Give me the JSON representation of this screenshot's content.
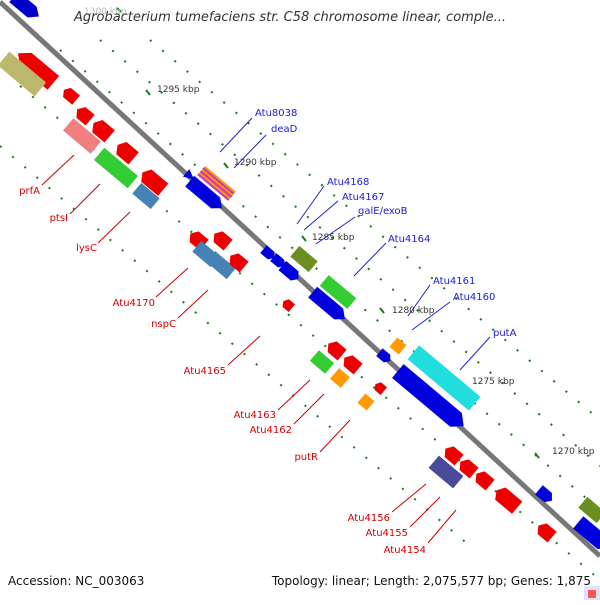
{
  "title": "Agrobacterium tumefaciens str. C58 chromosome linear, comple...",
  "footer": {
    "accession": "Accession: NC_003063",
    "summary": "Topology: linear; Length: 2,075,577 bp; Genes: 1,875"
  },
  "colors": {
    "backbone": "#777777",
    "forward_label": "#1a1adc",
    "reverse_label": "#d40000",
    "tick": "#1a7a1a",
    "callout_blue": "#2222cc",
    "callout_red": "#cc0000"
  },
  "ticks": [
    {
      "label": "1300 kbp"
    },
    {
      "label": "1295 kbp"
    },
    {
      "label": "1290 kbp"
    },
    {
      "label": "1285 kbp"
    },
    {
      "label": "1280 kbp"
    },
    {
      "label": "1275 kbp"
    },
    {
      "label": "1270 kbp"
    }
  ],
  "labels": {
    "forward": [
      "Atu8038",
      "deaD",
      "Atu4168",
      "Atu4167",
      "galE/exoB",
      "Atu4164",
      "Atu4161",
      "Atu4160",
      "putA"
    ],
    "reverse": [
      "prfA",
      "ptsI",
      "lysC",
      "Atu4170",
      "nspC",
      "Atu4165",
      "Atu4163",
      "Atu4162",
      "putR",
      "Atu4156",
      "Atu4155",
      "Atu4154"
    ]
  }
}
